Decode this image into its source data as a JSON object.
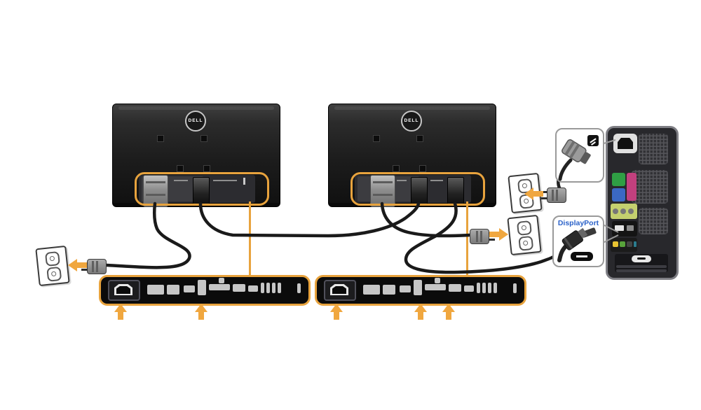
{
  "colors": {
    "background": "#ffffff",
    "highlight_orange": "#E8A33D",
    "arrow_orange": "#F0A73F",
    "cable_black": "#1a1a1a",
    "callout_border_gray": "#9a9a9a",
    "displayport_label_blue": "#2B62C9",
    "tower_port_green": "#2f9e44",
    "tower_port_magenta": "#c2407e",
    "tower_port_blue": "#3b68c4",
    "tower_audio_panel": "#c4d06e"
  },
  "monitors": [
    {
      "logo_text": "DELL"
    },
    {
      "logo_text": "DELL"
    }
  ],
  "callouts": {
    "displayport": {
      "label": "DisplayPort"
    },
    "power": {
      "icon": "power-inlet-icon"
    }
  },
  "connections": [
    "left-monitor-power-to-left-wall-outlet",
    "left-monitor-displayport-to-right-monitor-displayport-out",
    "right-monitor-power-to-middle-wall-outlet",
    "computer-displayport-to-right-monitor-displayport-in",
    "computer-power-to-middle-wall-outlet"
  ]
}
